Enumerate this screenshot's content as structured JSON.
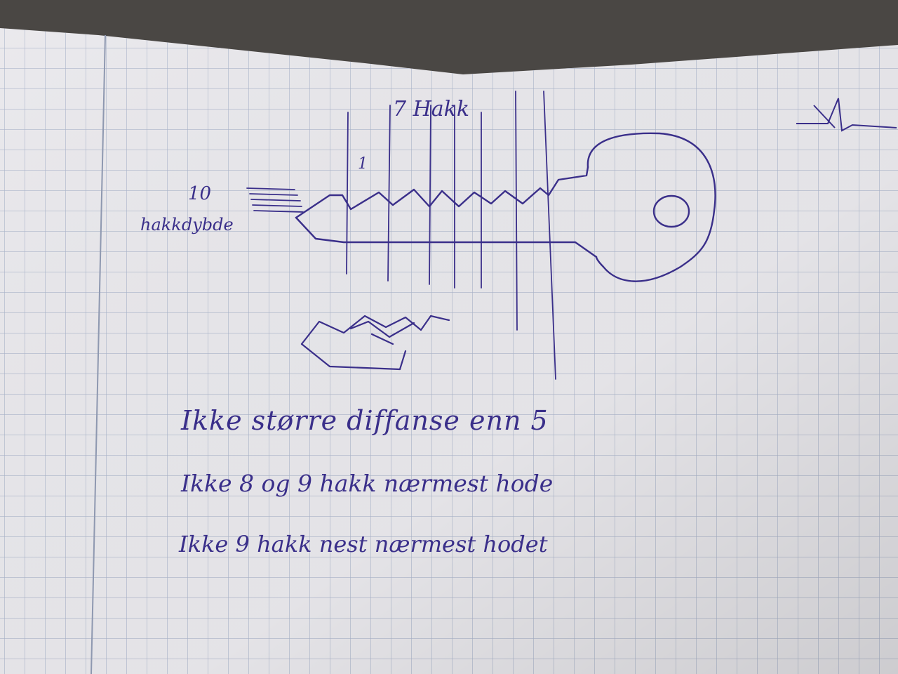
{
  "photo": {
    "subject": "Handwritten key sketch on squared paper",
    "ink_color": "#3a2f8a",
    "paper_color": "#e9e8ec",
    "grid_color": "#a9b3c9",
    "fabric_color": "#4a4744"
  },
  "sketch": {
    "cut_count_label": "7 Hakk",
    "first_cut_label": "1",
    "depth_count_label": "10",
    "depth_label": "hakkdybde"
  },
  "notes": {
    "line1": "Ikke større diffanse enn 5",
    "line2": "Ikke 8 og 9 hakk nærmest hode",
    "line3": "Ikke 9 hakk nest nærmest hodet"
  }
}
